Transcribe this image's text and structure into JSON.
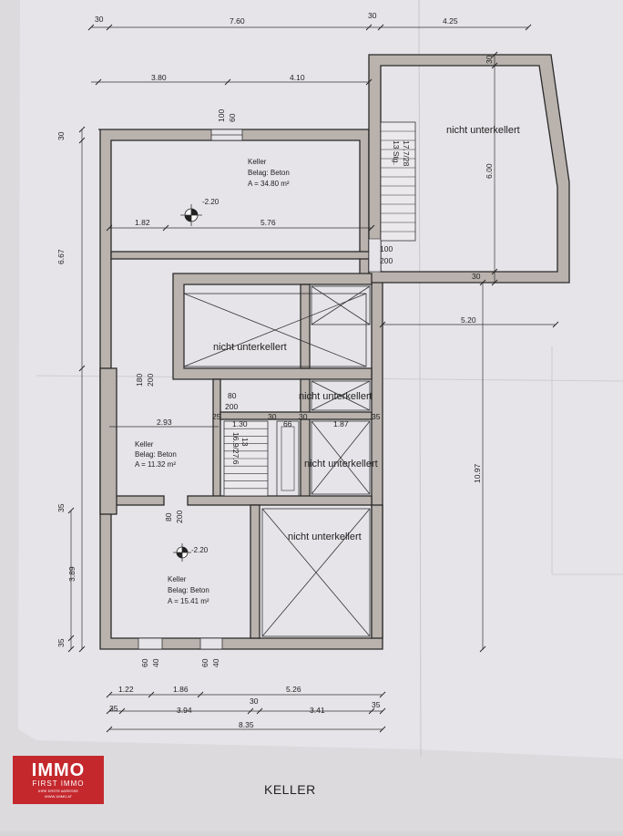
{
  "title": "KELLER",
  "logo": {
    "brand": "IMMO",
    "name": "FIRST IMMO",
    "tagline": "IHRE ERSTE ADRESSE",
    "web": "WWW.1MMO.AT"
  },
  "rooms": {
    "keller1": {
      "name": "Keller",
      "belag": "Belag:  Beton",
      "area": "A =      34.80 m²",
      "level": "-2.20"
    },
    "keller2": {
      "name": "Keller",
      "belag": "Belag:  Beton",
      "area": "A =      11.32 m²"
    },
    "keller3": {
      "name": "Keller",
      "belag": "Belag:  Beton",
      "area": "A =      15.41 m²",
      "level": "-2.20"
    },
    "nicht_unterkellert": "nicht unterkellert",
    "stair_upper": {
      "steps": "13 Stg.",
      "ratio": "17.7/28"
    },
    "stair_lower": {
      "steps": "13",
      "ratio": "16.9/27.6"
    }
  },
  "dims": {
    "top_30a": "30",
    "top_760": "7.60",
    "top_30b": "30",
    "top_425": "4.25",
    "top_380": "3.80",
    "top_410": "4.10",
    "win_100": "100",
    "win_60": "60",
    "left_30": "30",
    "left_667": "6.67",
    "left_35a": "35",
    "left_389": "3.89",
    "left_35b": "35",
    "mid_182": "1.82",
    "mid_576": "5.76",
    "door_100": "100",
    "door_200": "200",
    "right_600": "6.00",
    "right_30": "30",
    "right_520": "5.20",
    "right_1097": "10.97",
    "d180": "180",
    "d200a": "200",
    "d80a": "80",
    "d200b": "200",
    "r293": "2.93",
    "r25": "25",
    "r130": "1.30",
    "r30a": "30",
    "r66": "66",
    "r30b": "30",
    "r187": "1.87",
    "r35": "35",
    "d80b": "80",
    "d200c": "200",
    "w60a": "60",
    "w40a": "40",
    "w60b": "60",
    "w40b": "40",
    "b122": "1.22",
    "b186": "1.86",
    "b526": "5.26",
    "b35a": "35",
    "b394": "3.94",
    "b30": "30",
    "b341": "3.41",
    "b35b": "35",
    "b835": "8.35",
    "right_30top": "30"
  }
}
